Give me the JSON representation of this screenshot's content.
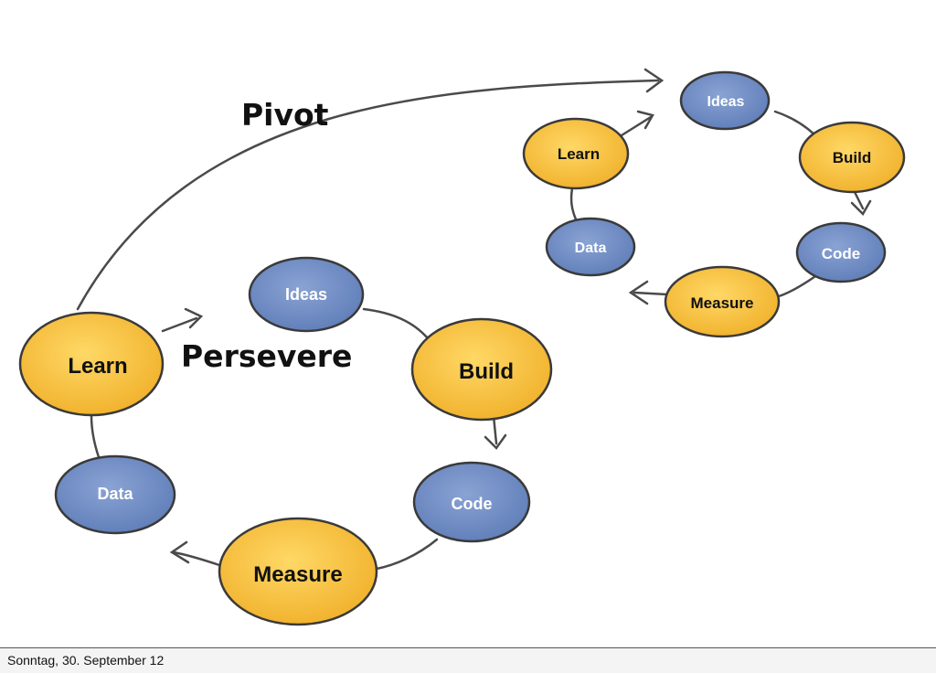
{
  "colors": {
    "yellow": "#f4bd3a",
    "blue": "#6f8cc4",
    "node_stroke": "#3a3a3a",
    "line": "#4a4a4a",
    "white_text": "#ffffff",
    "dark_text": "#111111"
  },
  "labels": {
    "pivot": "Pivot",
    "persevere": "Persevere"
  },
  "cycle_large": {
    "learn": "Learn",
    "ideas": "Ideas",
    "build": "Build",
    "code": "Code",
    "measure": "Measure",
    "data": "Data"
  },
  "cycle_small": {
    "learn": "Learn",
    "ideas": "Ideas",
    "build": "Build",
    "code": "Code",
    "measure": "Measure",
    "data": "Data"
  },
  "footer": {
    "date": "Sonntag, 30. September 12"
  }
}
